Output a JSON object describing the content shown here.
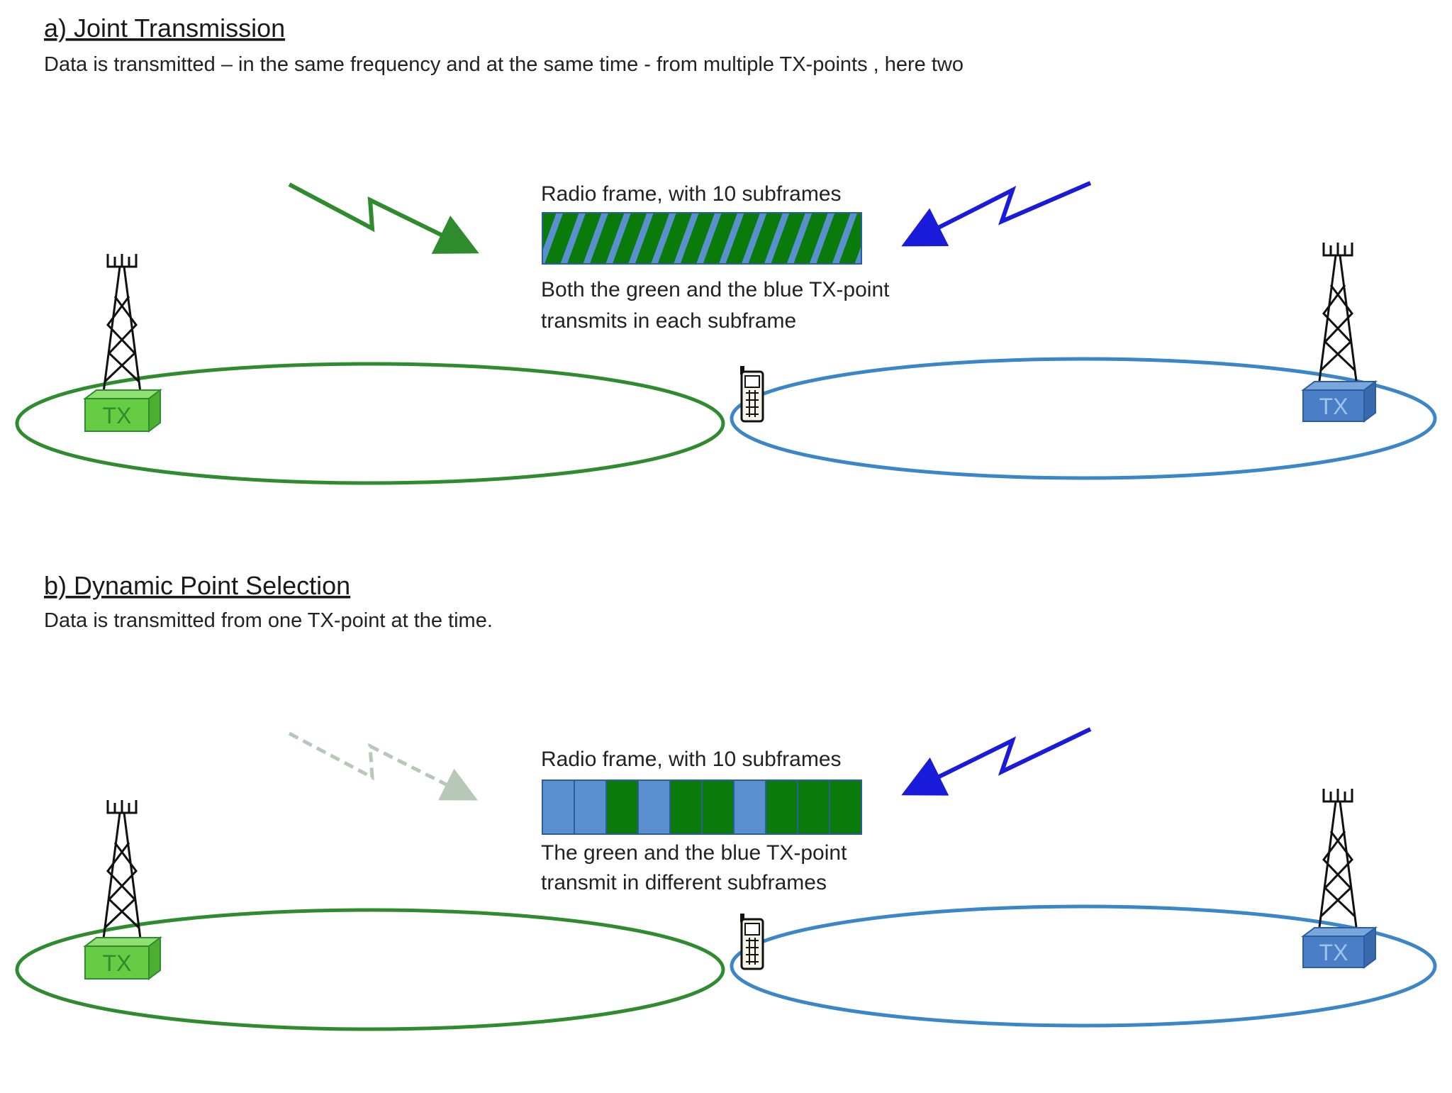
{
  "colors": {
    "green": "#2e8b2e",
    "green_dark": "#0a7a0a",
    "green_light": "#66cc44",
    "blue": "#3a86c8",
    "blue_arrow": "#1a1adb",
    "blue_box": "#4a7fc8",
    "faded": "#b8c8b8"
  },
  "icons": {
    "tower": "radio-tower-icon",
    "phone": "mobile-phone-icon",
    "arrow": "lightning-arrow-icon"
  },
  "panels": [
    {
      "title": "a) Joint Transmission",
      "description": "Data is transmitted – in the same frequency and at the same time - from multiple TX-points , here two",
      "frame_caption": "Radio frame, with 10 subframes",
      "frame_pattern": "striped",
      "note_line1": "Both the green and the blue TX-point",
      "note_line2": "transmits in each subframe",
      "left_tx": "TX",
      "right_tx": "TX",
      "green_link": "active",
      "blue_link": "active"
    },
    {
      "title": "b) Dynamic Point Selection",
      "description": "Data is transmitted from one TX-point at the time.",
      "frame_caption": "Radio frame, with 10 subframes",
      "frame_pattern": "blue,blue,green,blue,green,green,blue,green,green,green",
      "note_line1": "The green and the blue TX-point",
      "note_line2": "transmit in different subframes",
      "left_tx": "TX",
      "right_tx": "TX",
      "green_link": "inactive",
      "blue_link": "active"
    }
  ]
}
